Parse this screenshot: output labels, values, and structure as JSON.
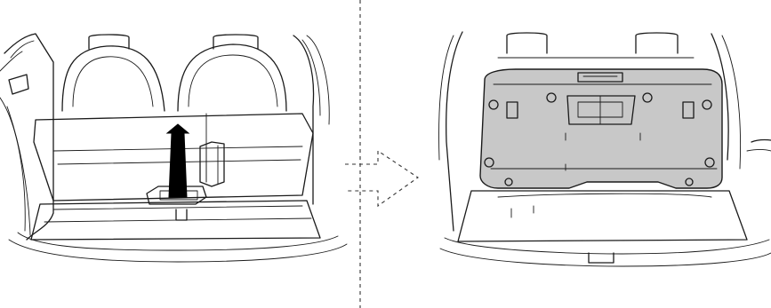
{
  "figure": {
    "left_panel": {
      "subject": "folded-rear-seat-cargo-area",
      "action_arrow": "up-arrow-icon",
      "handle": "seat-release-strap"
    },
    "transition_arrow": "dashed-right-arrow-icon",
    "right_panel": {
      "subject": "seat-back-raised-showing-underside"
    },
    "colors": {
      "line": "#1a1a1a",
      "arrow_fill": "#000000",
      "panel_shade": "#c8c8c8",
      "background": "#ffffff"
    }
  }
}
